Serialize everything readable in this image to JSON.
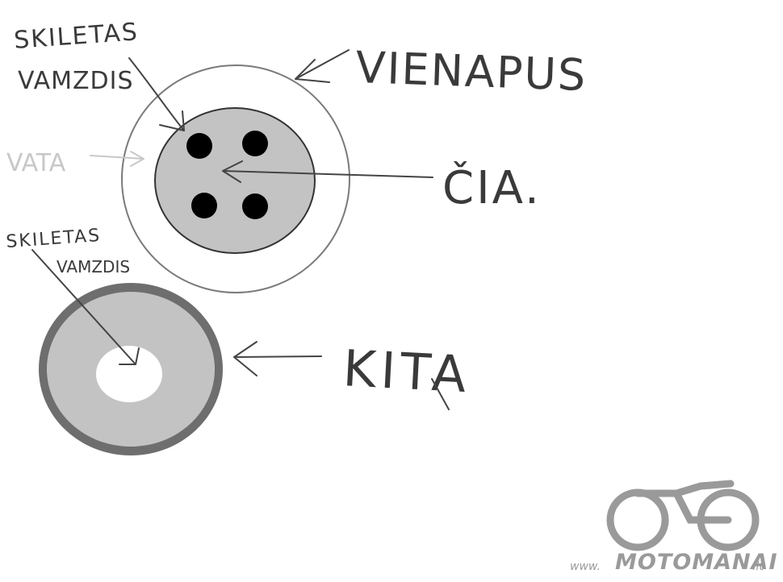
{
  "labels": {
    "top_pipe_line1": "SKILETAS",
    "top_pipe_line2": "VAMZDIS",
    "one_side": "VIENAPUS",
    "cotton": "VATA",
    "here": "ČIA.",
    "bottom_pipe_line1": "SKILETAS",
    "bottom_pipe_line2": "VAMZDIS",
    "other": "KITA"
  },
  "watermark": {
    "text": "MOTOMANAI",
    "prefix": "www.",
    "suffix": ".lt",
    "icon": "motorcycle-icon"
  },
  "colors": {
    "outer_ring": "#ffffff",
    "inner_fill": "#c3c3c3",
    "holes": "#000000",
    "bottom_outer": "#6e6e6e",
    "bottom_inner": "#c3c3c3",
    "bottom_core": "#ffffff",
    "faint_text": "#c8c8c8"
  }
}
